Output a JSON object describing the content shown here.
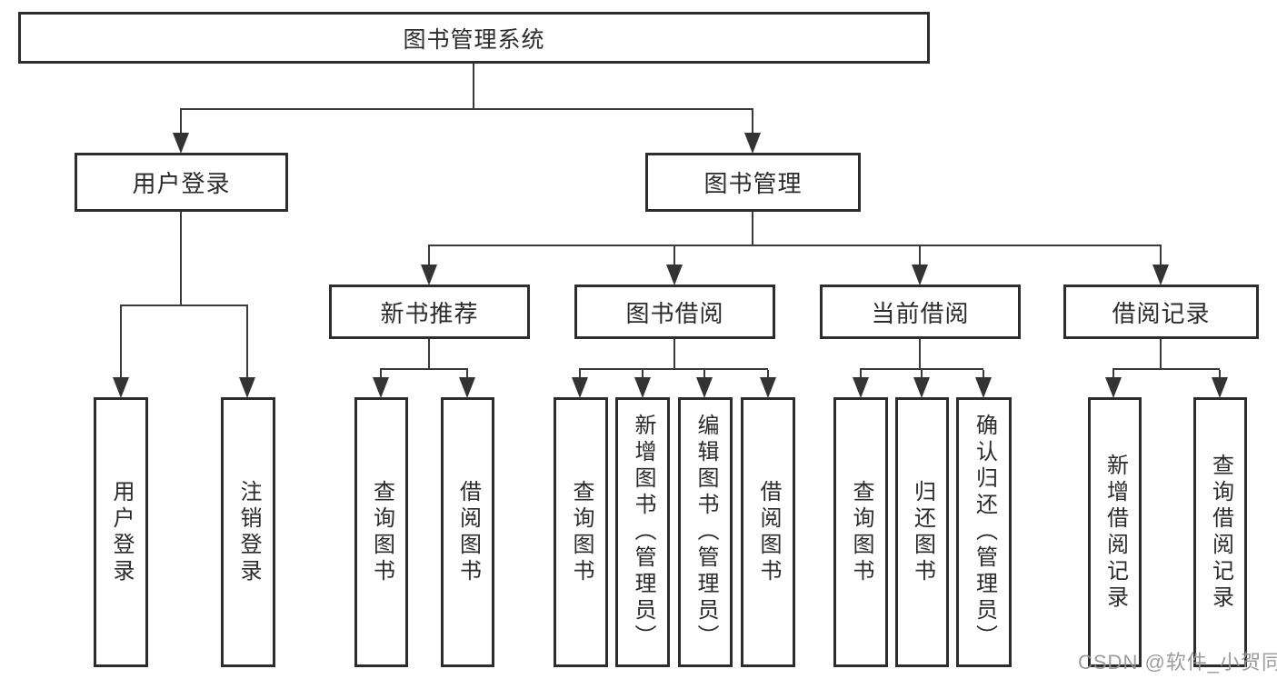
{
  "diagram": {
    "root": "图书管理系统",
    "level2": [
      {
        "label": "用户登录"
      },
      {
        "label": "图书管理"
      }
    ],
    "level3": [
      {
        "label": "新书推荐"
      },
      {
        "label": "图书借阅"
      },
      {
        "label": "当前借阅"
      },
      {
        "label": "借阅记录"
      }
    ],
    "leaves": {
      "user_login": [
        "用户登录",
        "注销登录"
      ],
      "new_book_recommend": [
        "查询图书",
        "借阅图书"
      ],
      "book_borrow": [
        "查询图书",
        "新增图书（管理员）",
        "编辑图书（管理员）",
        "借阅图书"
      ],
      "current_borrow": [
        "查询图书",
        "归还图书",
        "确认归还（管理员）"
      ],
      "borrow_records": [
        "新增借阅记录",
        "查询借阅记录"
      ]
    },
    "watermark": "CSDN @软件_小贺同学",
    "colors": {
      "line": "#3a3a3a",
      "box_border": "#2d2d2d",
      "text": "#2b2b2b",
      "watermark": "#949494",
      "background": "#ffffff"
    }
  }
}
